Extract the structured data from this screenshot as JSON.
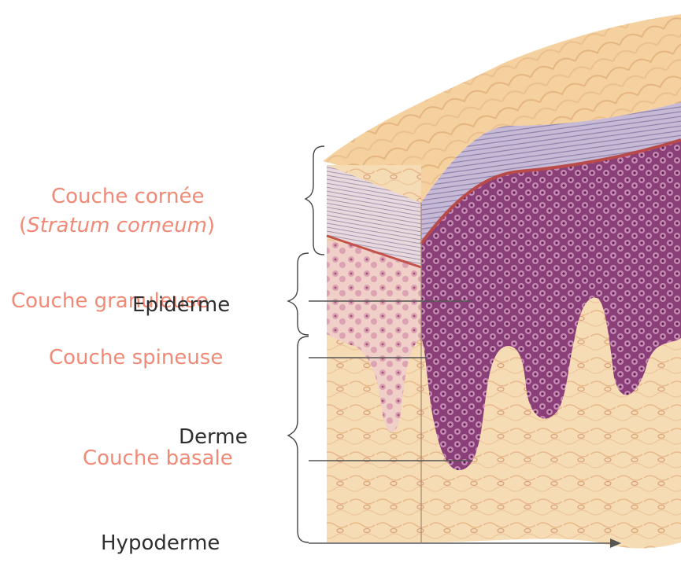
{
  "labels": {
    "couche_cornee": "Couche cornée",
    "stratum_open": "(",
    "stratum_italic": "Stratum corneum",
    "stratum_close": ")",
    "couche_granuleuse": "Couche granuleuse",
    "epiderme": "Epiderme",
    "couche_spineuse": "Couche spineuse",
    "derme": "Derme",
    "couche_basale": "Couche basale",
    "hypoderme": "Hypoderme"
  },
  "colors": {
    "layer_label": "#f08a76",
    "structure_label": "#2f2f2f",
    "line": "#555555",
    "background": "#ffffff"
  }
}
